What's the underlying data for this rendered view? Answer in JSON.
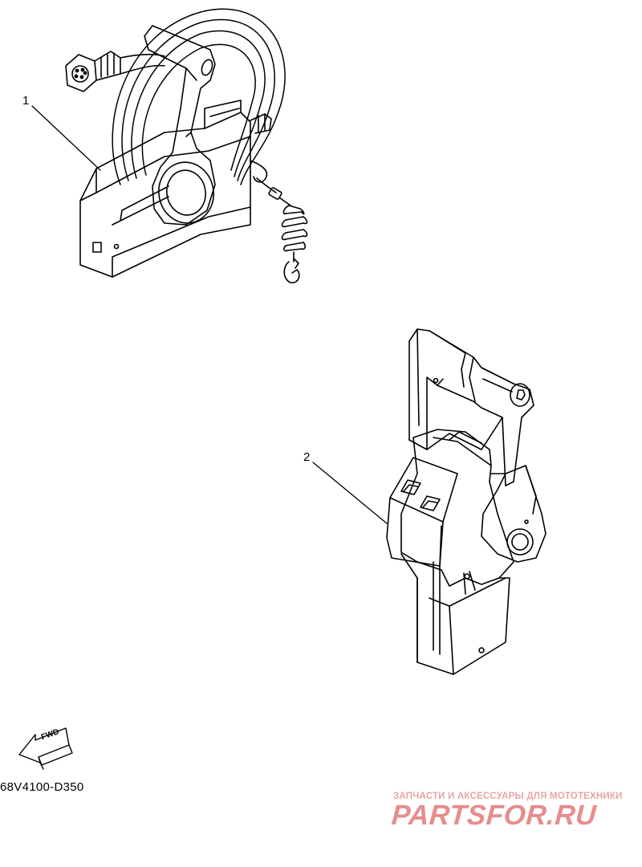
{
  "callouts": [
    {
      "number": "1",
      "part": "remote-control-box-side-mount"
    },
    {
      "number": "2",
      "part": "remote-control-binnacle-top-mount"
    }
  ],
  "direction_arrow": {
    "label": "FWD"
  },
  "diagram_code": "68V4100-D350",
  "watermark": {
    "tagline": "ЗАПЧАСТИ И АКСЕССУАРЫ ДЛЯ МОТОТЕХНИКИ",
    "logo_text": "PARTSFOR.RU"
  },
  "colors": {
    "line": "#000000",
    "background": "#ffffff",
    "watermark": "#e68d8d"
  }
}
